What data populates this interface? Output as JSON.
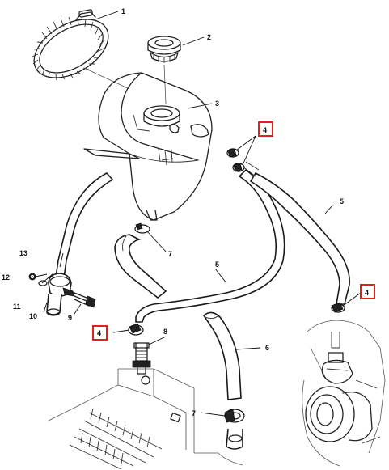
{
  "callouts": {
    "c1": "1",
    "c2": "2",
    "c3": "3",
    "c4a": "4",
    "c4b": "4",
    "c4c": "4",
    "c5a": "5",
    "c5b": "5",
    "c6": "6",
    "c7a": "7",
    "c7b": "7",
    "c8": "8",
    "c9": "9",
    "c10": "10",
    "c11": "11",
    "c12": "12",
    "c13": "13"
  },
  "highlight_color": "#e0201a"
}
